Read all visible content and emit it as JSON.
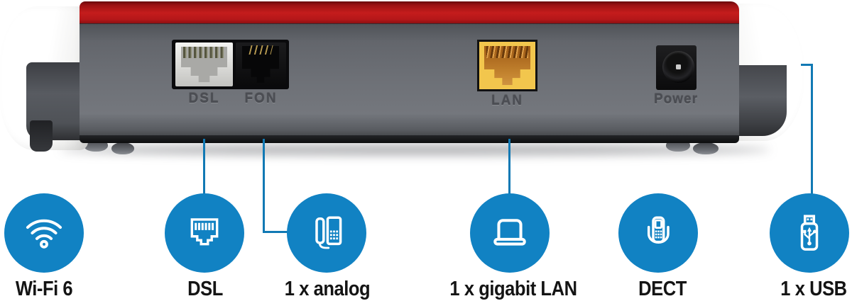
{
  "device": {
    "ports": [
      {
        "label": "DSL"
      },
      {
        "label": "FON"
      },
      {
        "label": "LAN"
      },
      {
        "label": "Power"
      }
    ]
  },
  "features": [
    {
      "label": "Wi-Fi 6",
      "icon": "wifi-icon"
    },
    {
      "label": "DSL",
      "icon": "ethernet-port-icon"
    },
    {
      "label": "1 x analog",
      "icon": "desk-phone-icon"
    },
    {
      "label": "1 x gigabit LAN",
      "icon": "laptop-icon"
    },
    {
      "label": "DECT",
      "icon": "cordless-phone-icon"
    },
    {
      "label": "1 x USB",
      "icon": "usb-stick-icon"
    }
  ],
  "colors": {
    "accent_blue": "#1182c3",
    "callout_line": "#1179b4",
    "device_red": "#b5161a",
    "device_gray": "#6b6e74",
    "port_yellow": "#f2c64d",
    "label_text": "#141414"
  }
}
